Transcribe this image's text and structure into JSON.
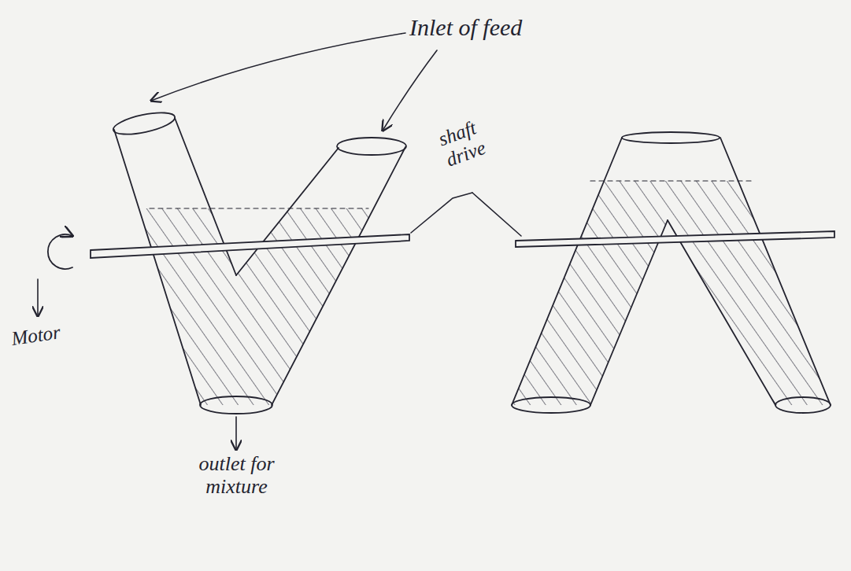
{
  "diagram": {
    "labels": [
      "Inlet of feed",
      "shaft drive",
      "Motor",
      "outlet for mixture"
    ]
  }
}
